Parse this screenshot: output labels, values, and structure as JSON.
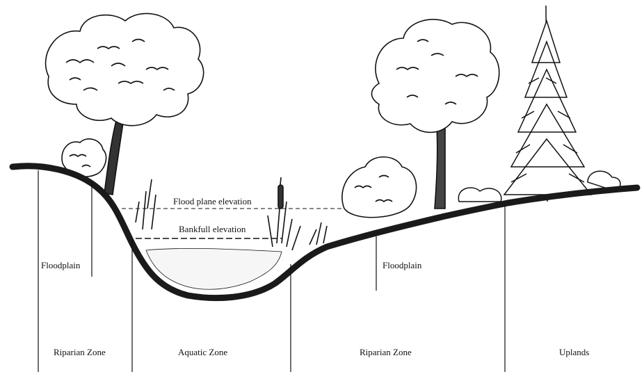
{
  "labels": {
    "flood_plane": "Flood plane elevation",
    "bankfull": "Bankfull elevation",
    "floodplain_left": "Floodplain",
    "floodplain_right": "Floodplain"
  },
  "zones": [
    "Riparian Zone",
    "Aquatic Zone",
    "Riparian Zone",
    "Uplands"
  ],
  "colors": {
    "ink": "#111111",
    "ground": "#1a1a1a"
  }
}
